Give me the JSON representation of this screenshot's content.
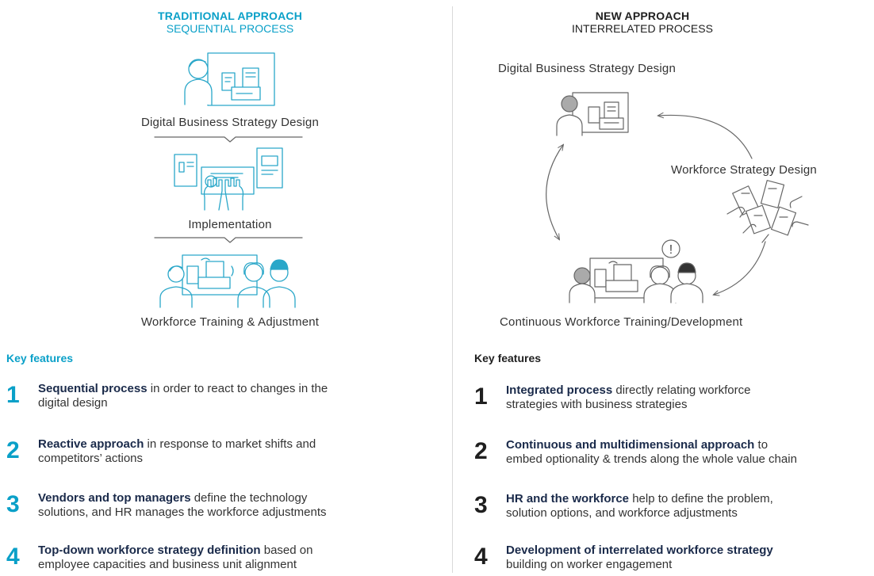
{
  "left": {
    "heading_bold": "TRADITIONAL APPROACH",
    "heading_sub": "SEQUENTIAL PROCESS",
    "stage1": "Digital Business Strategy Design",
    "stage2": "Implementation",
    "stage3": "Workforce Training & Adjustment",
    "features_title": "Key features",
    "features": [
      {
        "num": "1",
        "bold": "Sequential process",
        "rest1": " in order to react to changes in the",
        "rest2": "digital design"
      },
      {
        "num": "2",
        "bold": "Reactive approach",
        "rest1": " in response to market shifts and",
        "rest2": "competitors’ actions"
      },
      {
        "num": "3",
        "bold": "Vendors and top managers",
        "rest1": " define the technology",
        "rest2": "solutions, and HR manages the workforce adjustments"
      },
      {
        "num": "4",
        "bold": "Top-down workforce strategy definition",
        "rest1": " based on",
        "rest2": "employee capacities and business unit alignment"
      }
    ]
  },
  "right": {
    "heading_bold": "NEW APPROACH",
    "heading_sub": "INTERRELATED PROCESS",
    "stage1": "Digital Business Strategy Design",
    "stage2": "Workforce Strategy Design",
    "stage3": "Continuous Workforce Training/Development",
    "alert_symbol": "!",
    "features_title": "Key features",
    "features": [
      {
        "num": "1",
        "bold": "Integrated process",
        "rest1": " directly relating workforce",
        "rest2": "strategies with business strategies"
      },
      {
        "num": "2",
        "bold": "Continuous and multidimensional approach",
        "rest1": " to",
        "rest2": "embed optionality & trends along the whole value chain"
      },
      {
        "num": "3",
        "bold": "HR and the workforce",
        "rest1": " help to define the problem,",
        "rest2": "solution options, and workforce adjustments"
      },
      {
        "num": "4",
        "bold": "Development of interrelated workforce strategy",
        "rest1": "",
        "rest2": "building on worker engagement"
      }
    ]
  },
  "colors": {
    "accent": "#0aa0c8",
    "line": "#2aa7c9",
    "gray_line": "#666666",
    "divider": "#d9d9d9"
  }
}
